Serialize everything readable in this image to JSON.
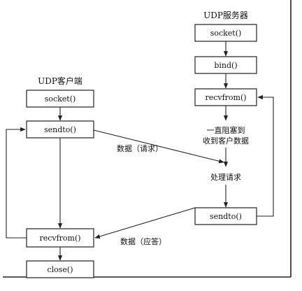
{
  "server": {
    "title": "UDP服务器",
    "socket": "socket()",
    "bind": "bind()",
    "recvfrom": "recvfrom()",
    "block_note_line1": "一直阻塞到",
    "block_note_line2": "收到客户数据",
    "process": "处理请求",
    "sendto": "sendto()"
  },
  "client": {
    "title": "UDP客户端",
    "socket": "socket()",
    "sendto": "sendto()",
    "recvfrom": "recvfrom()",
    "close": "close()"
  },
  "messages": {
    "request": "数据（请求）",
    "reply": "数据（应答）"
  }
}
